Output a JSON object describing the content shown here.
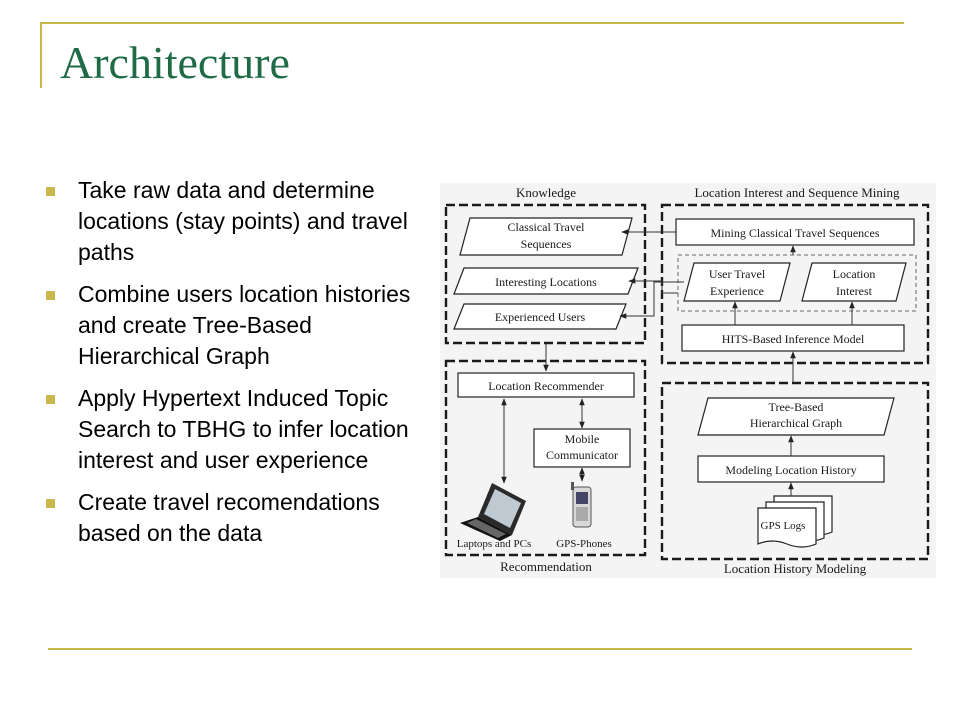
{
  "slide": {
    "title": "Architecture",
    "accent_color": "#c8b84a",
    "title_color": "#1e6b46"
  },
  "bullets": [
    "Take raw data and determine locations (stay points) and travel paths",
    "Combine users location histories and create Tree-Based Hierarchical Graph",
    "Apply Hypertext Induced Topic Search to TBHG to infer location interest and user experience",
    "Create travel recomendations based on the data"
  ],
  "diagram": {
    "sections": {
      "knowledge": "Knowledge",
      "mining": "Location Interest and Sequence Mining",
      "recommendation": "Recommendation",
      "history": "Location History Modeling"
    },
    "nodes": {
      "classical_1": "Classical Travel",
      "classical_2": "Sequences",
      "interesting": "Interesting Locations",
      "experienced": "Experienced Users",
      "mining_seq": "Mining Classical Travel Sequences",
      "ute_1": "User Travel",
      "ute_2": "Experience",
      "li_1": "Location",
      "li_2": "Interest",
      "hits": "HITS-Based Inference Model",
      "loc_rec": "Location Recommender",
      "mobile_1": "Mobile",
      "mobile_2": "Communicator",
      "laptops": "Laptops and PCs",
      "gps_phones": "GPS-Phones",
      "tbhg_1": "Tree-Based",
      "tbhg_2": "Hierarchical Graph",
      "modeling": "Modeling Location History",
      "gps_logs": "GPS Logs"
    }
  }
}
